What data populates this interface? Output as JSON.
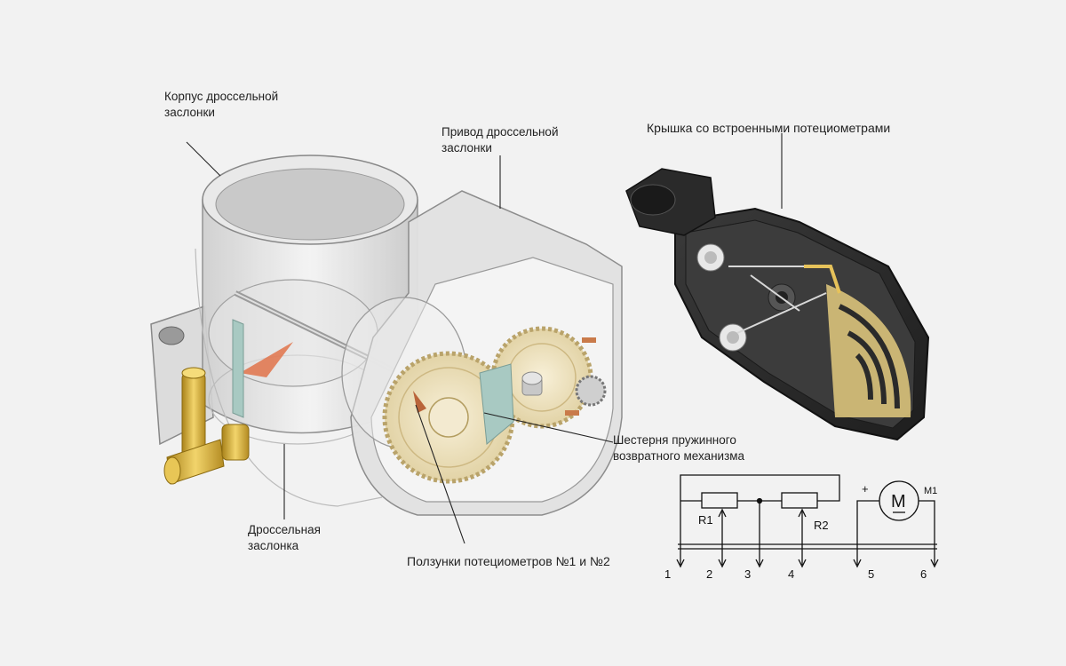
{
  "labels": {
    "throttle_body": "Корпус дроссельной\nзаслонки",
    "throttle_actuator": "Привод дроссельной\nзаслонки",
    "cover": "Крышка со встроенными потециометрами",
    "spring_gear": "Шестерня пружинного\nвозвратного  механизма",
    "throttle_valve": "Дроссельная\nзаслонка",
    "sliders": "Ползунки потециометров №1 и №2"
  },
  "circuit": {
    "r1": "R1",
    "r2": "R2",
    "motor_symbol": "M",
    "motor_name": "M1",
    "plus": "+",
    "terminals": [
      "1",
      "2",
      "3",
      "4",
      "5",
      "6"
    ]
  },
  "colors": {
    "background": "#f2f2f2",
    "gear": "#efe4c4",
    "cover": "#2b2b2b",
    "brass": "#d9b23b"
  }
}
